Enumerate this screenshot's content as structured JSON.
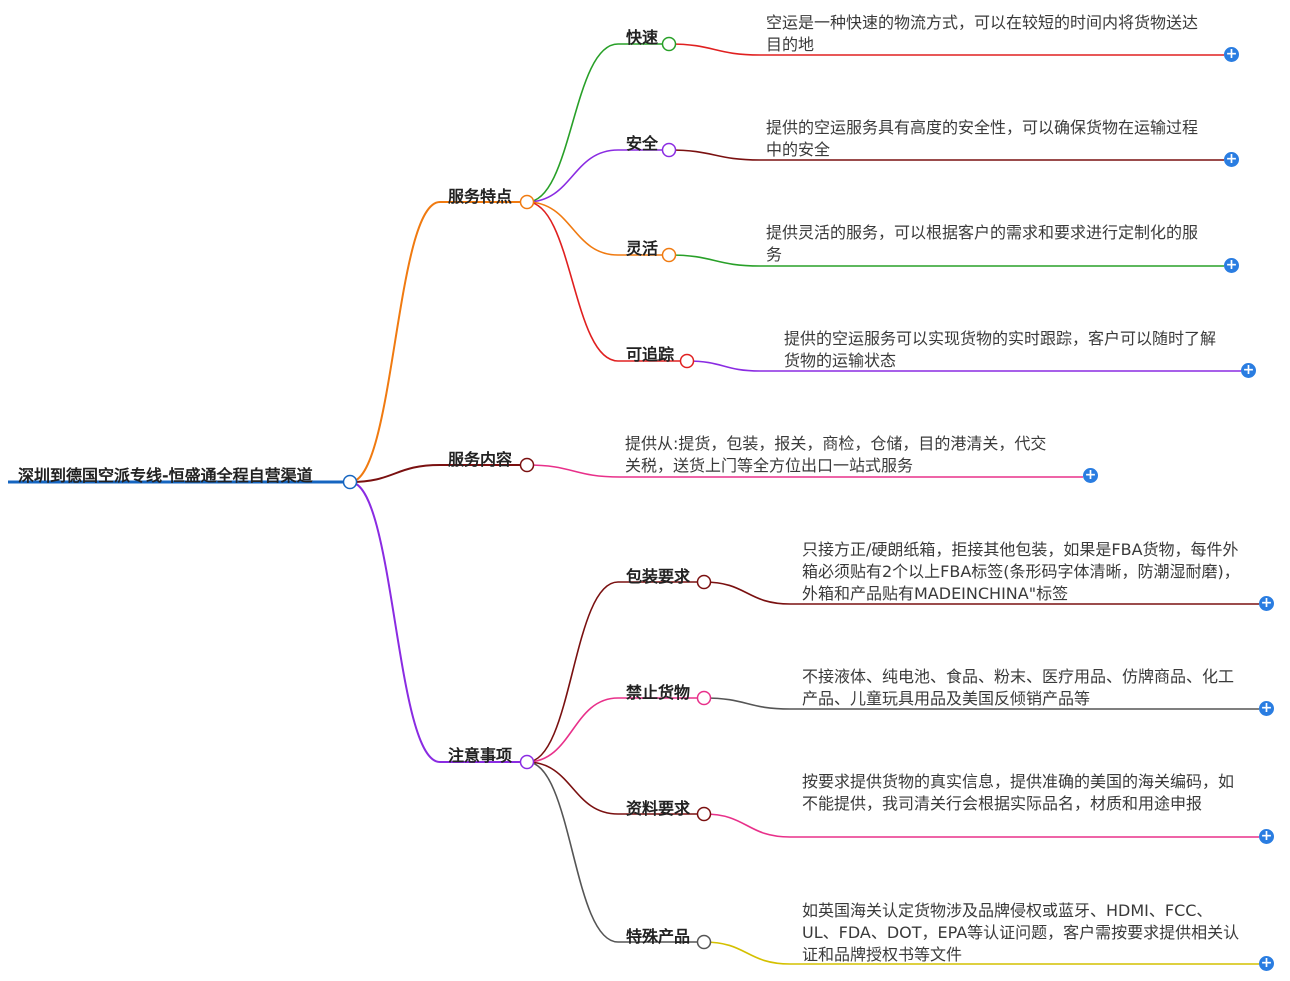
{
  "root": {
    "label": "深圳到德国空派专线-恒盛通全程自营渠道",
    "color": "#1565c0"
  },
  "branches": [
    {
      "label": "服务特点",
      "color": "#f07a10",
      "children": [
        {
          "label": "快速",
          "color": "#28a028",
          "lineColor": "#e02020",
          "desc": "空运是一种快速的物流方式，可以在较短的时间内将货物送达目的地"
        },
        {
          "label": "安全",
          "color": "#8a2be2",
          "lineColor": "#7a1010",
          "desc": "提供的空运服务具有高度的安全性，可以确保货物在运输过程中的安全"
        },
        {
          "label": "灵活",
          "color": "#f07a10",
          "lineColor": "#28a028",
          "desc": "提供灵活的服务，可以根据客户的需求和要求进行定制化的服务"
        },
        {
          "label": "可追踪",
          "color": "#e02020",
          "lineColor": "#8a2be2",
          "desc": "提供的空运服务可以实现货物的实时跟踪，客户可以随时了解货物的运输状态"
        }
      ]
    },
    {
      "label": "服务内容",
      "color": "#7a1010",
      "desc": "提供从:提货，包装，报关，商检，仓储，目的港清关，代交关税，送货上门等全方位出口一站式服务",
      "lineColor": "#e8308a"
    },
    {
      "label": "注意事项",
      "color": "#8a2be2",
      "children": [
        {
          "label": "包装要求",
          "color": "#7a1010",
          "lineColor": "#7a1010",
          "desc": "只接方正/硬朗纸箱，拒接其他包装，如果是FBA货物，每件外箱必须贴有2个以上FBA标签(条形码字体清晰，防潮湿耐磨)，外箱和产品贴有MADEINCHINA\"标签"
        },
        {
          "label": "禁止货物",
          "color": "#e8308a",
          "lineColor": "#555555",
          "desc": "不接液体、纯电池、食品、粉末、医疗用品、仿牌商品、化工产品、儿童玩具用品及美国反倾销产品等"
        },
        {
          "label": "资料要求",
          "color": "#7a1010",
          "lineColor": "#e8308a",
          "desc": "按要求提供货物的真实信息，提供准确的美国的海关编码，如不能提供，我司清关行会根据实际品名，材质和用途申报"
        },
        {
          "label": "特殊产品",
          "color": "#555555",
          "lineColor": "#d4c000",
          "desc": "如英国海关认定货物涉及品牌侵权或蓝牙、HDMI、FCC、UL、FDA、DOT，EPA等认证问题，客户需按要求提供相关认证和品牌授权书等文件"
        }
      ]
    }
  ],
  "expand_symbol": "+",
  "colors": {
    "expand": "#2a7de1"
  }
}
